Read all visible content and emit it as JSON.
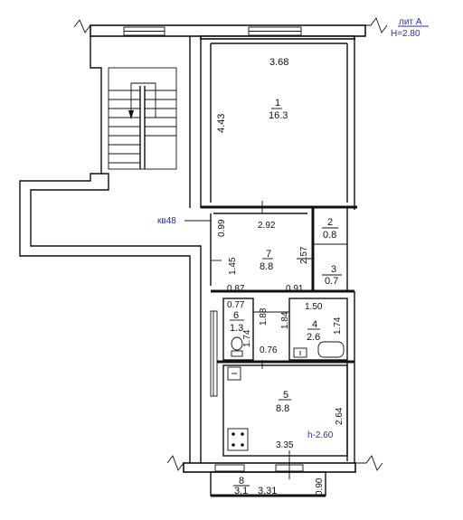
{
  "header": {
    "liter": "лит А",
    "height": "Н=2.80"
  },
  "apartment": {
    "label": "кв48"
  },
  "rooms": [
    {
      "num": "1",
      "area": "16.3",
      "width": "3.68",
      "length": "4.43"
    },
    {
      "num": "2",
      "area": "0.8"
    },
    {
      "num": "3",
      "area": "0.7"
    },
    {
      "num": "4",
      "area": "2.6"
    },
    {
      "num": "5",
      "area": "8.8"
    },
    {
      "num": "6",
      "area": "1.3"
    },
    {
      "num": "7",
      "area": "8.8"
    },
    {
      "num": "8",
      "area": "3.1"
    }
  ],
  "dimensions": {
    "d292": "2.92",
    "d099": "0.99",
    "d257": "2.57",
    "d145": "1.45",
    "d087": "0.87",
    "d091": "0.91",
    "d077": "0.77",
    "d150": "1.50",
    "d188": "1.88",
    "d184": "1.84",
    "d174a": "1.74",
    "d174b": "1.74",
    "d076": "0.76",
    "d264": "2.64",
    "d335": "3.35",
    "d331": "3.31",
    "d090": "0.90"
  },
  "kitchen": {
    "ceiling_note": "h-2.60"
  }
}
